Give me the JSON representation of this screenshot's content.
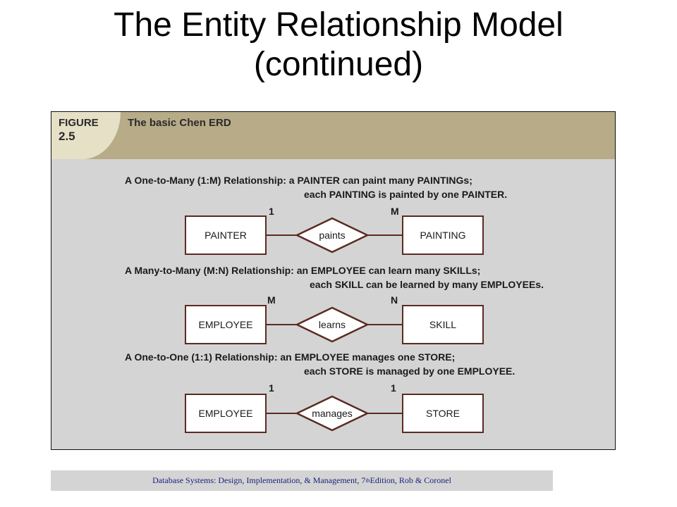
{
  "slide": {
    "title_line1": "The Entity Relationship Model",
    "title_line2": "(continued)"
  },
  "figure": {
    "label_word": "FIGURE",
    "label_number": "2.5",
    "caption": "The basic Chen ERD"
  },
  "relationships": [
    {
      "desc_line1": "A One-to-Many (1:M) Relationship: a PAINTER can paint many PAINTINGs;",
      "desc_line2": "each PAINTING is painted by one PAINTER.",
      "left_entity": "PAINTER",
      "relationship": "paints",
      "right_entity": "PAINTING",
      "left_cardinality": "1",
      "right_cardinality": "M"
    },
    {
      "desc_line1": "A Many-to-Many (M:N) Relationship: an EMPLOYEE can learn many SKILLs;",
      "desc_line2": "each SKILL can be learned by many EMPLOYEEs.",
      "left_entity": "EMPLOYEE",
      "relationship": "learns",
      "right_entity": "SKILL",
      "left_cardinality": "M",
      "right_cardinality": "N"
    },
    {
      "desc_line1": "A One-to-One (1:1) Relationship: an EMPLOYEE manages one STORE;",
      "desc_line2": "each STORE is managed by one EMPLOYEE.",
      "left_entity": "EMPLOYEE",
      "relationship": "manages",
      "right_entity": "STORE",
      "left_cardinality": "1",
      "right_cardinality": "1"
    }
  ],
  "footer": {
    "text_before": "Database Systems: Design, Implementation, & Management, 7",
    "superscript": "th",
    "text_after": " Edition, Rob & Coronel"
  },
  "colors": {
    "header_band": "#b7ab88",
    "figure_background": "#d4d4d4",
    "line_color": "#5a2b22",
    "footer_text": "#1a237e"
  }
}
